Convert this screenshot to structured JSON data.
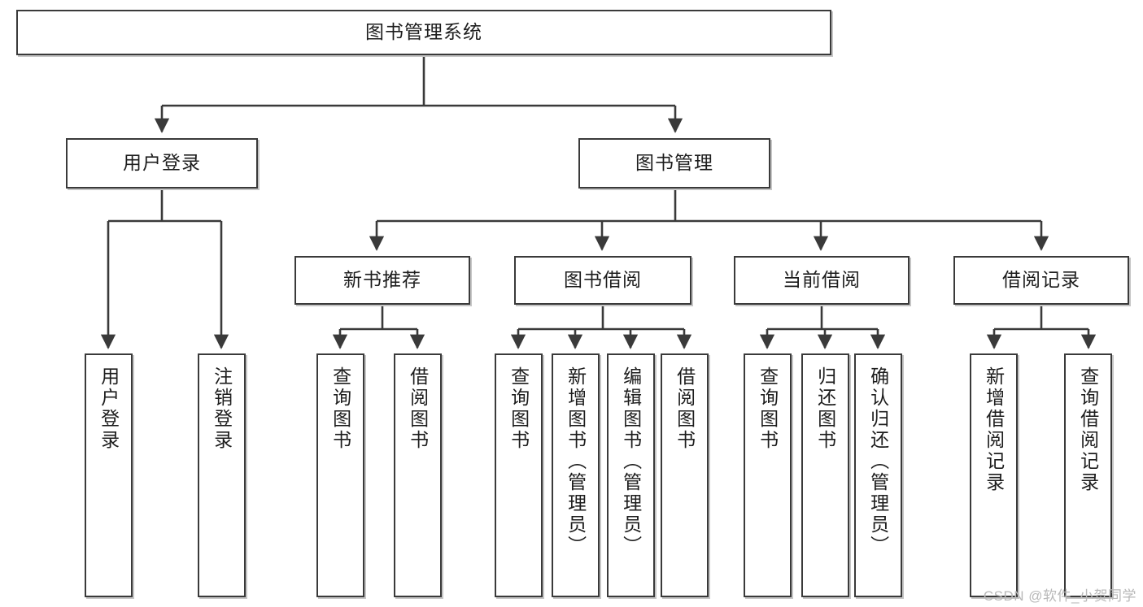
{
  "diagram": {
    "title": "图书管理系统",
    "type": "tree-hierarchy",
    "orientation": "top-down",
    "line_color": "#3a3a3a",
    "box_fill": "#ffffff",
    "text_color": "#1d1d1d"
  },
  "root": {
    "label": "图书管理系统"
  },
  "level2": [
    {
      "label": "用户登录"
    },
    {
      "label": "图书管理"
    }
  ],
  "level3": [
    {
      "label": "新书推荐"
    },
    {
      "label": "图书借阅"
    },
    {
      "label": "当前借阅"
    },
    {
      "label": "借阅记录"
    }
  ],
  "leaves": {
    "user_login": [
      {
        "label": "用户登录"
      },
      {
        "label": "注销登录"
      }
    ],
    "new_book_recommend": [
      {
        "label": "查询图书"
      },
      {
        "label": "借阅图书"
      }
    ],
    "book_borrow": [
      {
        "label": "查询图书"
      },
      {
        "label": "新增图书（管理员）"
      },
      {
        "label": "编辑图书（管理员）"
      },
      {
        "label": "借阅图书"
      }
    ],
    "current_borrow": [
      {
        "label": "查询图书"
      },
      {
        "label": "归还图书"
      },
      {
        "label": "确认归还（管理员）"
      }
    ],
    "borrow_record": [
      {
        "label": "新增借阅记录"
      },
      {
        "label": "查询借阅记录"
      }
    ]
  },
  "watermark": {
    "text": "CSDN @软件_小贺同学"
  }
}
